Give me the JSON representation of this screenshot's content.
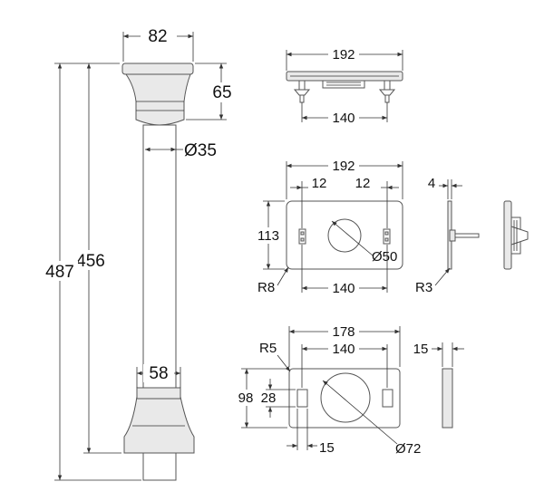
{
  "colors": {
    "line": "#555555",
    "text": "#111111",
    "fill": "#e9e9e9"
  },
  "leg": {
    "top_width": "82",
    "collar_height": "65",
    "tube_diameter": "Ø35",
    "foot_width": "58",
    "inner_height": "456",
    "total_height": "487"
  },
  "top_view": {
    "width": "192",
    "pin_spacing": "140"
  },
  "wall_plate": {
    "width": "192",
    "hole_offset_left": "12",
    "hole_offset_right": "12",
    "height": "113",
    "hole_diameter": "Ø50",
    "radius": "R8",
    "slot_spacing": "140"
  },
  "side_view": {
    "thickness": "4",
    "radius": "R3"
  },
  "floor_plate": {
    "width": "178",
    "slot_spacing": "140",
    "radius": "R5",
    "height": "98",
    "slot_height": "28",
    "slot_width": "15",
    "hole_diameter": "Ø72",
    "thickness": "15"
  }
}
